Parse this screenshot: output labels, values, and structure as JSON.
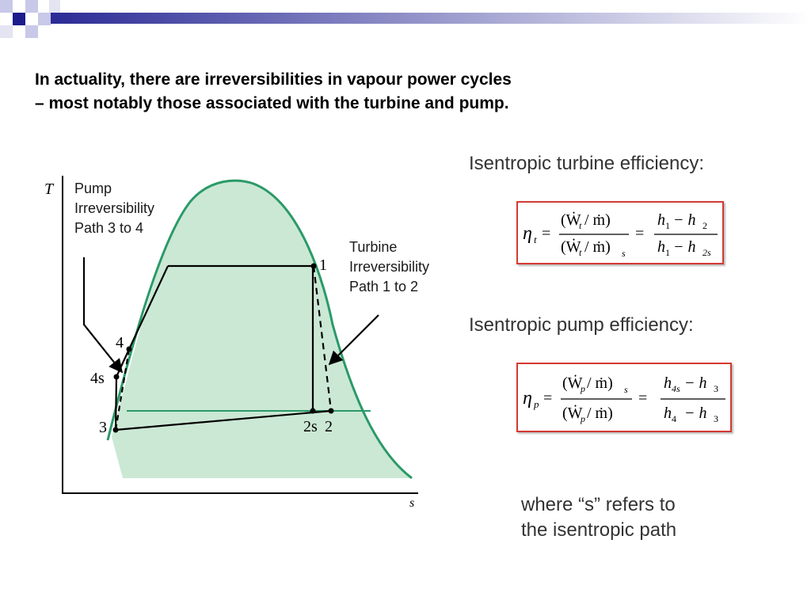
{
  "heading": {
    "line1": "In actuality, there are irreversibilities in vapour power cycles",
    "line2": "– most notably those associated with the turbine and pump."
  },
  "diagram": {
    "axis_t": "T",
    "axis_s": "s",
    "pump_label": [
      "Pump",
      "Irreversibility",
      "Path 3 to 4"
    ],
    "turbine_label": [
      "Turbine",
      "Irreversibility",
      "Path 1 to 2"
    ],
    "points": {
      "p1": "1",
      "p2": "2",
      "p2s": "2s",
      "p3": "3",
      "p4": "4",
      "p4s": "4s"
    },
    "colors": {
      "dome_fill": "#cbe8d4",
      "dome_stroke": "#2a9a68",
      "cycle": "#000000"
    }
  },
  "turbine": {
    "title": "Isentropic turbine efficiency:",
    "eta": "η",
    "eta_sub": "t",
    "num_left": "(Ẇ",
    "num_left_sub": "t",
    "num_left_tail": "/ ṁ)",
    "den_left": "(Ẇ",
    "den_left_sub": "t",
    "den_left_tail": "/ ṁ)",
    "den_left_outer_sub": "s",
    "num_right": "h",
    "num_right_sub1": "1",
    "num_right_mid": "− h",
    "num_right_sub2": "2",
    "den_right": "h",
    "den_right_sub1": "1",
    "den_right_mid": "− h",
    "den_right_sub2": "2s"
  },
  "pump": {
    "title": "Isentropic pump efficiency:",
    "eta": "η",
    "eta_sub": "p",
    "num_left": "(Ẇ",
    "num_left_sub": "p",
    "num_left_tail": "/ ṁ)",
    "num_left_outer_sub": "s",
    "den_left": "(Ẇ",
    "den_left_sub": "p",
    "den_left_tail": "/ ṁ)",
    "num_right": "h",
    "num_right_sub1": "4s",
    "num_right_mid": "− h",
    "num_right_sub2": "3",
    "den_right": "h",
    "den_right_sub1": "4",
    "den_right_mid": "− h",
    "den_right_sub2": "3"
  },
  "note": {
    "line1": "where “s” refers to",
    "line2": "the isentropic path"
  },
  "colors": {
    "box_border": "#d33a32",
    "deco_navy": "#1c1c8c",
    "deco_light": "#c8c8e8"
  }
}
